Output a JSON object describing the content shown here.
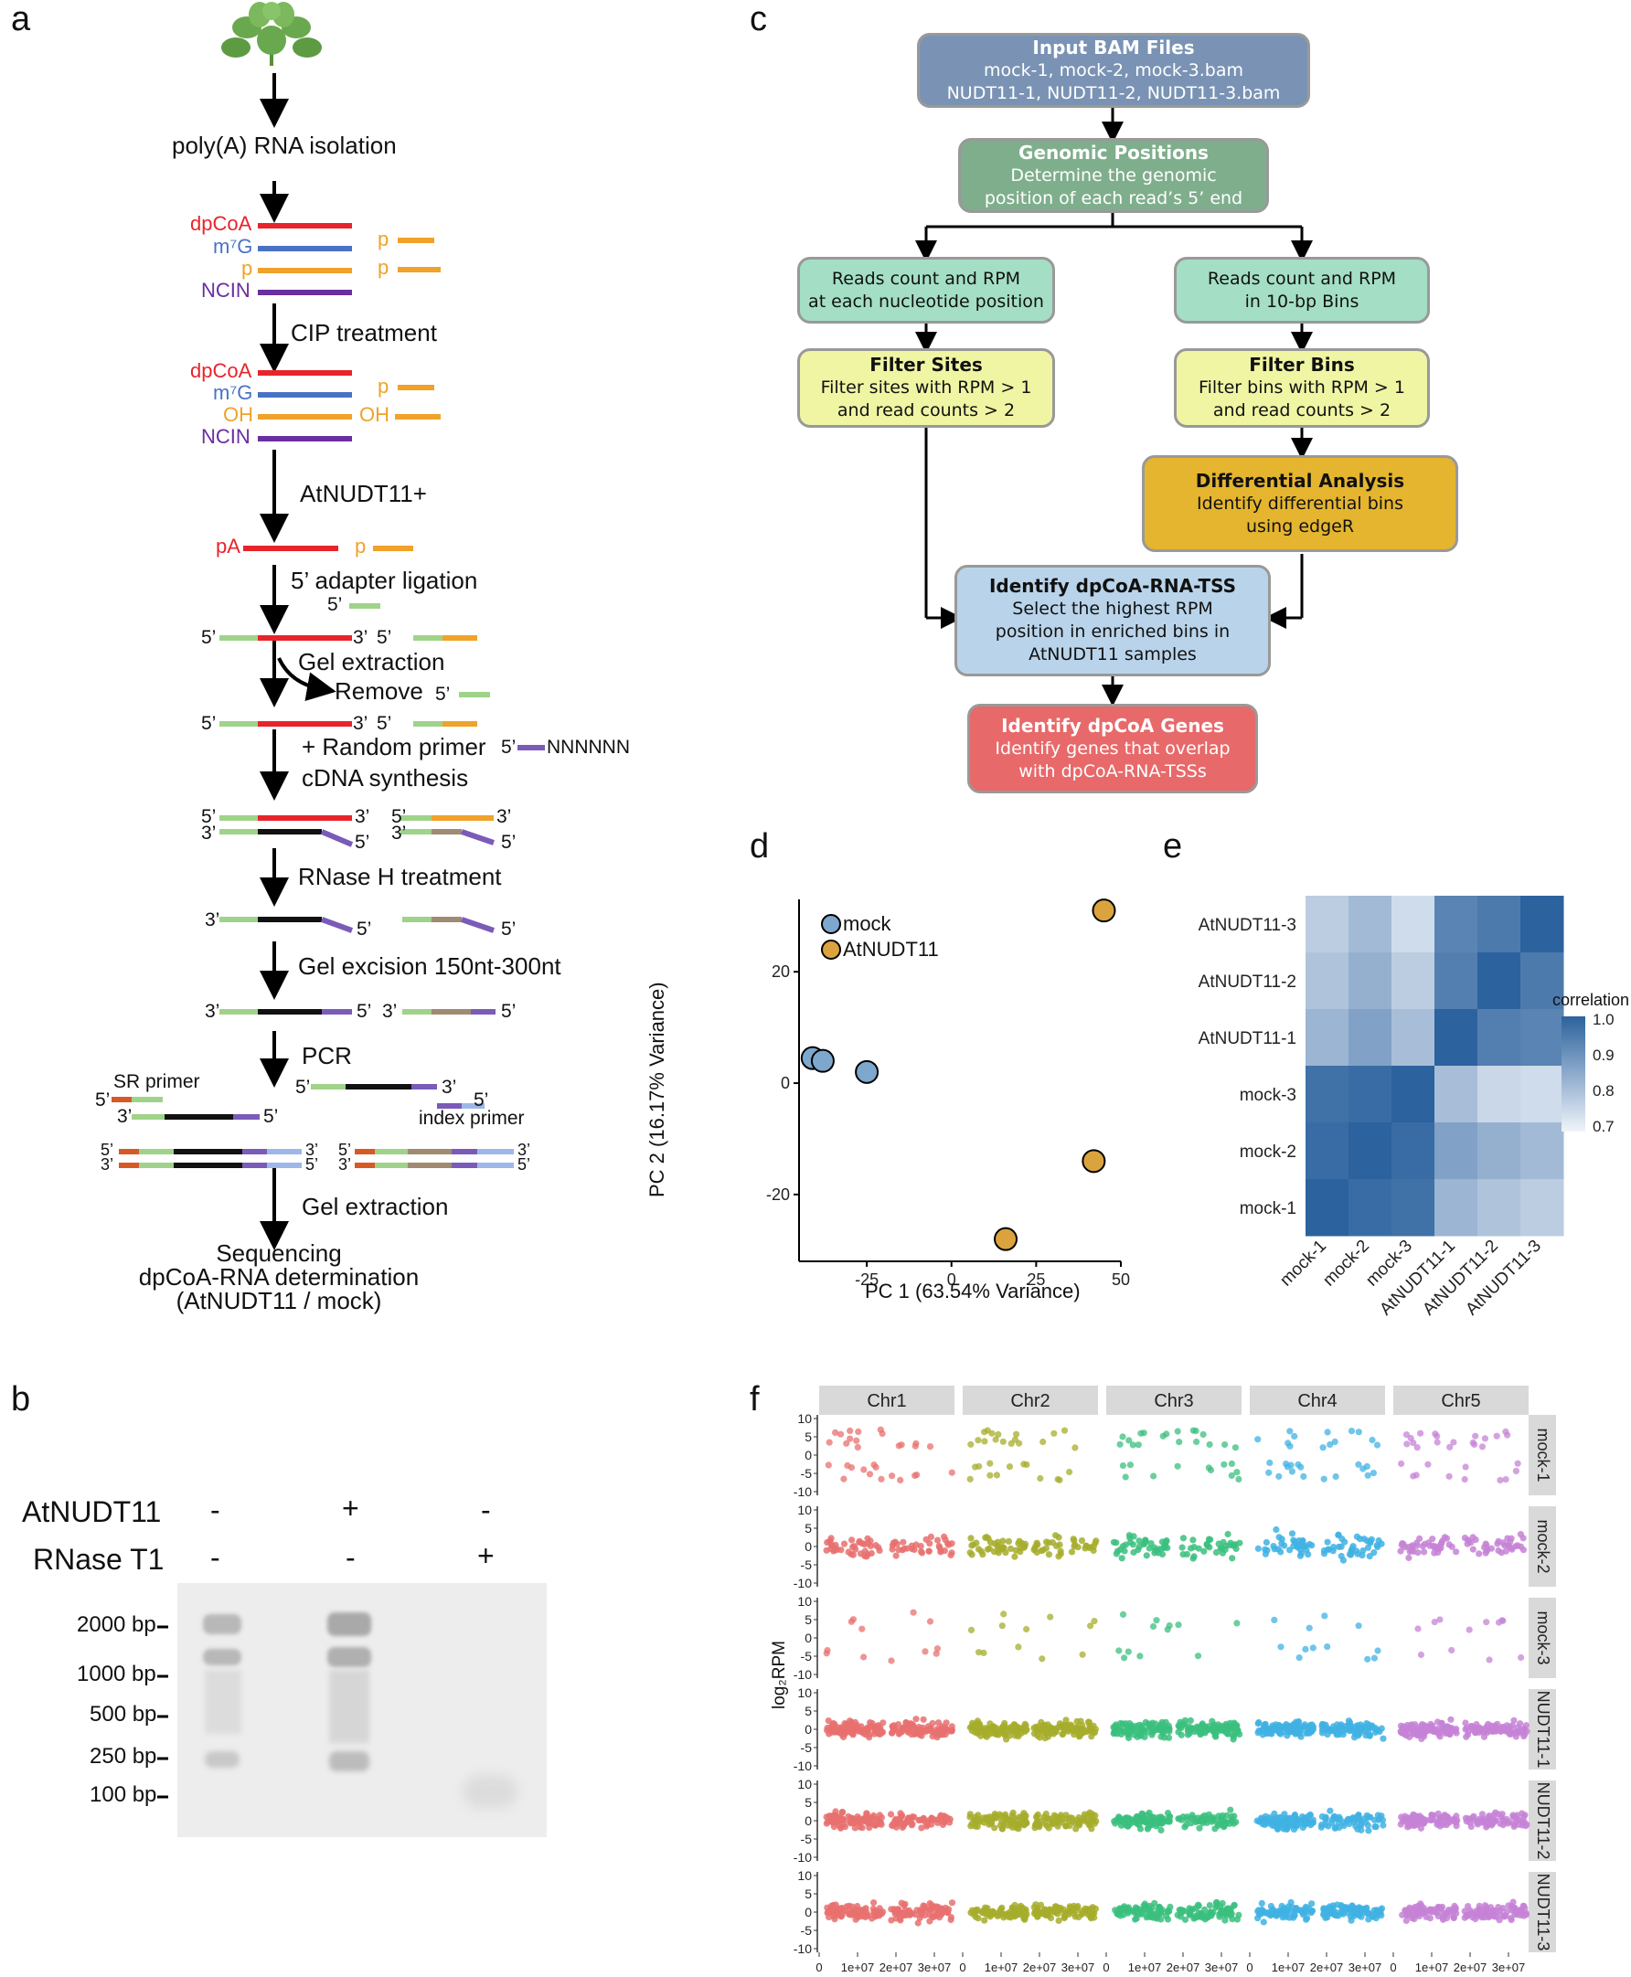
{
  "panel_labels": {
    "a": "a",
    "b": "b",
    "c": "c",
    "d": "d",
    "e": "e",
    "f": "f"
  },
  "panel_a": {
    "steps": [
      "poly(A) RNA isolation",
      "CIP treatment",
      "AtNUDT11+",
      "5’ adapter ligation",
      "Gel extraction",
      "Remove",
      "+ Random primer",
      "cDNA synthesis",
      "RNase H treatment",
      "Gel excision 150nt-300nt",
      "PCR",
      "Gel extraction"
    ],
    "rna_labels": [
      "dpCoA",
      "m⁷G",
      "p",
      "NCIN",
      "dpCoA",
      "m⁷G",
      "OH",
      "NCIN",
      "pA"
    ],
    "small": {
      "p": "p",
      "oh": "OH",
      "five": "5’",
      "three": "3’",
      "nnnn": "NNNNNN",
      "sr_primer": "SR primer",
      "index_primer": "index primer"
    },
    "final": [
      "Sequencing",
      "dpCoA-RNA determination",
      "(AtNUDT11 / mock)"
    ],
    "colors": {
      "dpCoA": "#e8242b",
      "m7G": "#4a72c4",
      "p": "#f0a22a",
      "NCIN": "#6a2ea0",
      "adapter": "#9fd38a",
      "black": "#111111",
      "primer_purple": "#7a5bb8",
      "orange_red": "#d65a26",
      "light_blue": "#9db8e8",
      "brown": "#a08a72"
    }
  },
  "panel_b": {
    "row_labels": [
      "AtNUDT11",
      "RNase T1"
    ],
    "lane_signs": [
      [
        "-",
        "+",
        "-"
      ],
      [
        "-",
        "-",
        "+"
      ]
    ],
    "ladder": [
      "2000 bp",
      "1000 bp",
      "500 bp",
      "250 bp",
      "100 bp"
    ]
  },
  "panel_c": {
    "input": {
      "title": "Input BAM Files",
      "lines": [
        "mock-1, mock-2, mock-3.bam",
        "NUDT11-1, NUDT11-2, NUDT11-3.bam"
      ]
    },
    "genomic": {
      "title": "Genomic Positions",
      "lines": [
        "Determine the genomic",
        "position of each read’s 5’ end"
      ]
    },
    "reads_nt": {
      "lines": [
        "Reads count and RPM",
        "at each nucleotide position"
      ]
    },
    "reads_bins": {
      "lines": [
        "Reads count and RPM",
        "in 10-bp Bins"
      ]
    },
    "filter_sites": {
      "title": "Filter Sites",
      "lines": [
        "Filter sites with RPM > 1",
        "and read counts > 2"
      ]
    },
    "filter_bins": {
      "title": "Filter Bins",
      "lines": [
        "Filter bins with RPM > 1",
        "and read counts > 2"
      ]
    },
    "diff": {
      "title": "Differential Analysis",
      "lines": [
        "Identify differential bins",
        "using edgeR"
      ]
    },
    "tss": {
      "title": "Identify dpCoA-RNA-TSS",
      "lines": [
        "Select the highest RPM",
        "position in enriched bins in",
        "AtNUDT11 samples"
      ]
    },
    "genes": {
      "title": "Identify dpCoA Genes",
      "lines": [
        "Identify genes that overlap",
        "with dpCoA-RNA-TSSs"
      ]
    },
    "colors": {
      "input": "#7a93b4",
      "genomic": "#7fae8c",
      "mint": "#a4dfc5",
      "yellow": "#eff5a3",
      "gold": "#e5b52f",
      "lightblue": "#b9d4ea",
      "red": "#e8696a"
    }
  },
  "chart_data": [
    {
      "type": "scatter",
      "panel": "d",
      "xlabel": "PC 1 (63.54% Variance)",
      "ylabel": "PC 2 (16.17% Variance)",
      "xticks": [
        -25,
        0,
        25,
        50
      ],
      "yticks": [
        -20,
        0,
        20
      ],
      "xlim": [
        -45,
        50
      ],
      "ylim": [
        -32,
        33
      ],
      "series": [
        {
          "name": "mock",
          "color": "#7da7cc",
          "points": [
            [
              -41,
              4.5
            ],
            [
              -38,
              4
            ],
            [
              -25,
              2
            ]
          ]
        },
        {
          "name": "AtNUDT11",
          "color": "#dba33e",
          "points": [
            [
              45,
              31
            ],
            [
              42,
              -14
            ],
            [
              16,
              -28
            ]
          ]
        }
      ]
    },
    {
      "type": "heatmap",
      "panel": "e",
      "rows": [
        "AtNUDT11-3",
        "AtNUDT11-2",
        "AtNUDT11-1",
        "mock-3",
        "mock-2",
        "mock-1"
      ],
      "cols": [
        "mock-1",
        "mock-2",
        "mock-3",
        "AtNUDT11-1",
        "AtNUDT11-2",
        "AtNUDT11-3"
      ],
      "values": [
        [
          0.78,
          0.82,
          0.75,
          0.93,
          0.95,
          1.0
        ],
        [
          0.8,
          0.84,
          0.78,
          0.94,
          1.0,
          0.95
        ],
        [
          0.83,
          0.87,
          0.81,
          1.0,
          0.94,
          0.93
        ],
        [
          0.97,
          0.98,
          1.0,
          0.81,
          0.76,
          0.75
        ],
        [
          0.98,
          1.0,
          0.98,
          0.87,
          0.84,
          0.82
        ],
        [
          1.0,
          0.98,
          0.97,
          0.83,
          0.8,
          0.78
        ]
      ],
      "legend_title": "correlation",
      "legend_ticks": [
        "1.0",
        "0.9",
        "0.8",
        "0.7"
      ]
    },
    {
      "type": "scatter",
      "panel": "f",
      "ylabel": "log₂RPM",
      "columns": [
        "Chr1",
        "Chr2",
        "Chr3",
        "Chr4",
        "Chr5"
      ],
      "rows": [
        "mock-1",
        "mock-2",
        "mock-3",
        "NUDT11-1",
        "NUDT11-2",
        "NUDT11-3"
      ],
      "row_point_counts": [
        30,
        75,
        12,
        180,
        150,
        150
      ],
      "colors": [
        "#e8706e",
        "#a6ad2b",
        "#3bbf7e",
        "#3fb1e3",
        "#c583d6"
      ],
      "yticks": [
        10,
        5,
        0,
        -5,
        -10
      ],
      "ylim": [
        -10,
        10
      ],
      "xticks": [
        "0",
        "1e+07",
        "2e+07",
        "3e+07"
      ]
    }
  ]
}
